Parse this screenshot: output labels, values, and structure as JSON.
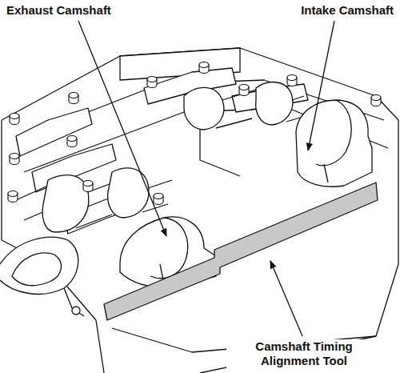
{
  "diagram": {
    "labels": [
      "Exhaust Camshaft",
      "Intake Camshaft",
      "Camshaft Timing Alignment Tool"
    ]
  }
}
